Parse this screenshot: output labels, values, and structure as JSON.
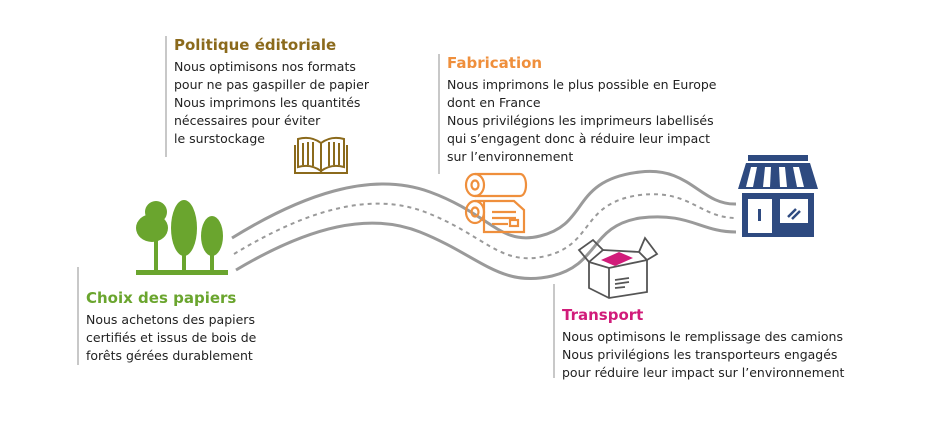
{
  "colors": {
    "politique": "#8b6a1c",
    "fabrication": "#ef8f3c",
    "papiers": "#6aa52e",
    "transport": "#d11c7a",
    "shop": "#2e4a80",
    "road": "#9a9a9a"
  },
  "icons": [
    "book-icon",
    "paper-roll-icon",
    "trees-icon",
    "box-icon",
    "shop-icon"
  ],
  "sections": {
    "politique": {
      "title": "Politique éditoriale",
      "lines": [
        "Nous optimisons nos formats",
        "pour ne pas gaspiller de papier",
        "Nous imprimons les quantités",
        "nécessaires pour éviter",
        "le surstockage"
      ]
    },
    "fabrication": {
      "title": "Fabrication",
      "lines": [
        "Nous imprimons le plus possible en Europe",
        "dont en France",
        "Nous privilégions les imprimeurs labellisés",
        "qui s’engagent donc à réduire leur impact",
        "sur l’environnement"
      ]
    },
    "papiers": {
      "title": "Choix des papiers",
      "lines": [
        "Nous achetons des papiers",
        "certifiés et issus de bois de",
        "forêts gérées durablement"
      ]
    },
    "transport": {
      "title": "Transport",
      "lines": [
        "Nous optimisons le remplissage des camions",
        "Nous privilégions les transporteurs engagés",
        "pour réduire leur impact sur l’environnement"
      ]
    }
  }
}
